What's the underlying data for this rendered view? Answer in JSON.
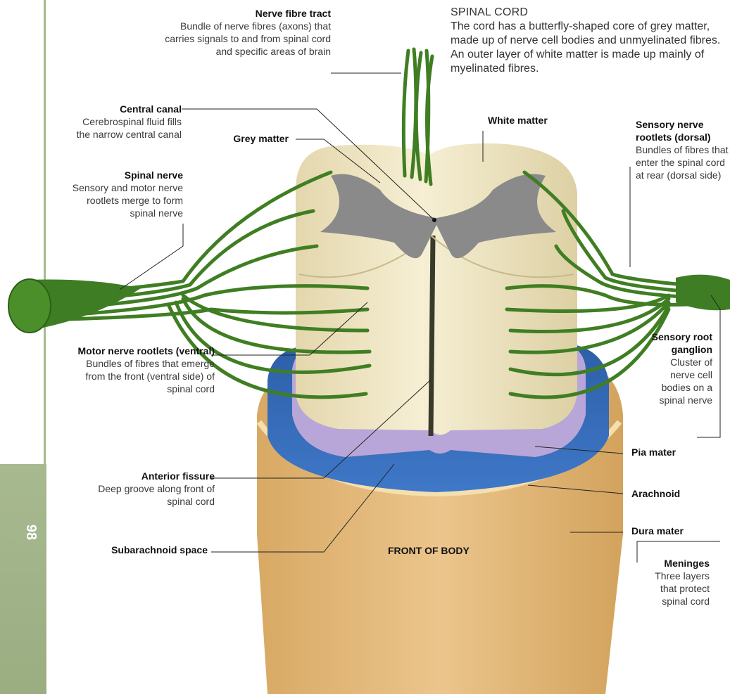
{
  "page": {
    "number": "98"
  },
  "heading": {
    "title": "SPINAL CORD",
    "text": "The cord has a butterfly-shaped core of grey matter, made up of nerve cell bodies and unmyelinated fibres. An outer layer of white matter is made up mainly of myelinated fibres."
  },
  "labels": {
    "nerve_fibre_tract": {
      "title": "Nerve fibre tract",
      "text": "Bundle of nerve fibres (axons) that carries signals to and from spinal cord and specific areas of brain"
    },
    "central_canal": {
      "title": "Central canal",
      "text": "Cerebrospinal fluid fills the narrow central canal"
    },
    "grey_matter": {
      "title": "Grey matter"
    },
    "white_matter": {
      "title": "White matter"
    },
    "spinal_nerve": {
      "title": "Spinal nerve",
      "text": "Sensory and motor nerve rootlets merge to form spinal nerve"
    },
    "sensory_rootlets": {
      "title": "Sensory nerve rootlets (dorsal)",
      "text": "Bundles of fibres that enter the spinal cord at rear (dorsal side)"
    },
    "motor_rootlets": {
      "title": "Motor nerve rootlets (ventral)",
      "text": "Bundles of fibres that emerge from the front (ventral side) of spinal cord"
    },
    "sensory_ganglion": {
      "title": "Sensory root ganglion",
      "text": "Cluster of nerve cell bodies on a spinal nerve"
    },
    "pia_mater": {
      "title": "Pia mater"
    },
    "arachnoid": {
      "title": "Arachnoid"
    },
    "dura_mater": {
      "title": "Dura mater"
    },
    "anterior_fissure": {
      "title": "Anterior fissure",
      "text": "Deep groove along front of spinal cord"
    },
    "subarachnoid": {
      "title": "Subarachnoid space"
    },
    "meninges": {
      "title": "Meninges",
      "text": "Three layers that protect spinal cord"
    },
    "front_of_body": {
      "title": "FRONT OF BODY"
    }
  },
  "colors": {
    "nerve_green": "#4f8f2c",
    "white_matter": "#efe6c6",
    "grey_matter": "#8c8c8c",
    "pia_mater": "#b7a3d6",
    "arachnoid": "#2f63b2",
    "dura_mater": "#e0b677",
    "sidebar": "#a8b990"
  }
}
